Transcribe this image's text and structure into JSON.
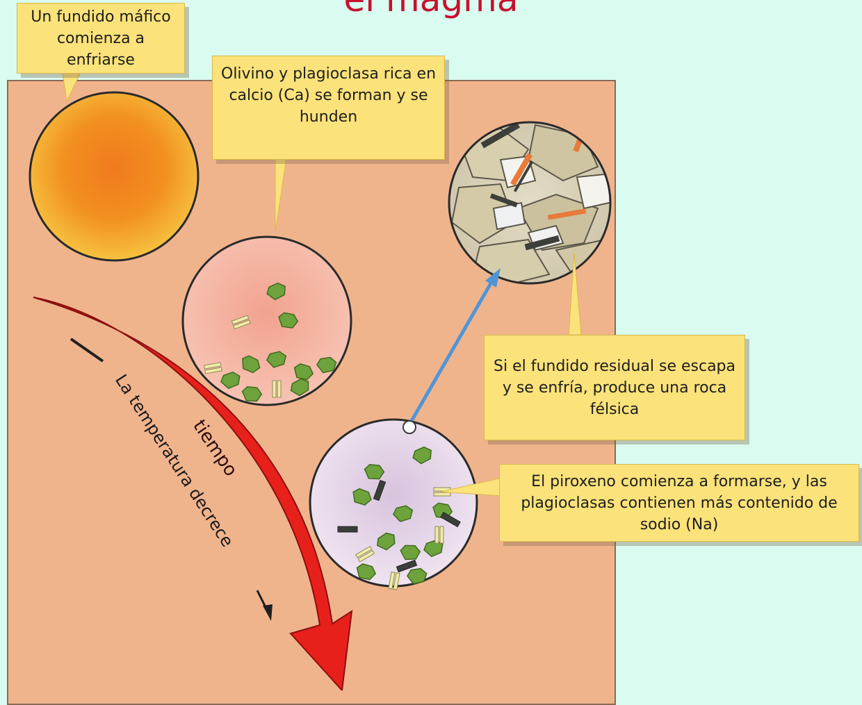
{
  "title": "el magma",
  "callouts": {
    "mafic_melt": "Un fundido máfico comienza a enfriarse",
    "olivine": "Olivino y plagioclasa rica en calcio (Ca) se forman y se hunden",
    "residual": "Si el fundido residual se escapa y se enfría, produce una roca félsica",
    "pyroxene": "El piroxeno comienza a formarse, y las plagioclasas contienen más contenido de sodio (Na)"
  },
  "arrows": {
    "time_label": "tiempo",
    "temperature_label": "La temperatura decrece"
  },
  "colors": {
    "background": "#d9fbf0",
    "panel": "#f0b48d",
    "callout": "#fbe27a",
    "title": "#c8102e",
    "time_arrow": "#e8201c",
    "flow_arrow": "#4f95d6",
    "crystal_green": "#6ea23c",
    "crystal_yellow": "#f0e6a0"
  }
}
